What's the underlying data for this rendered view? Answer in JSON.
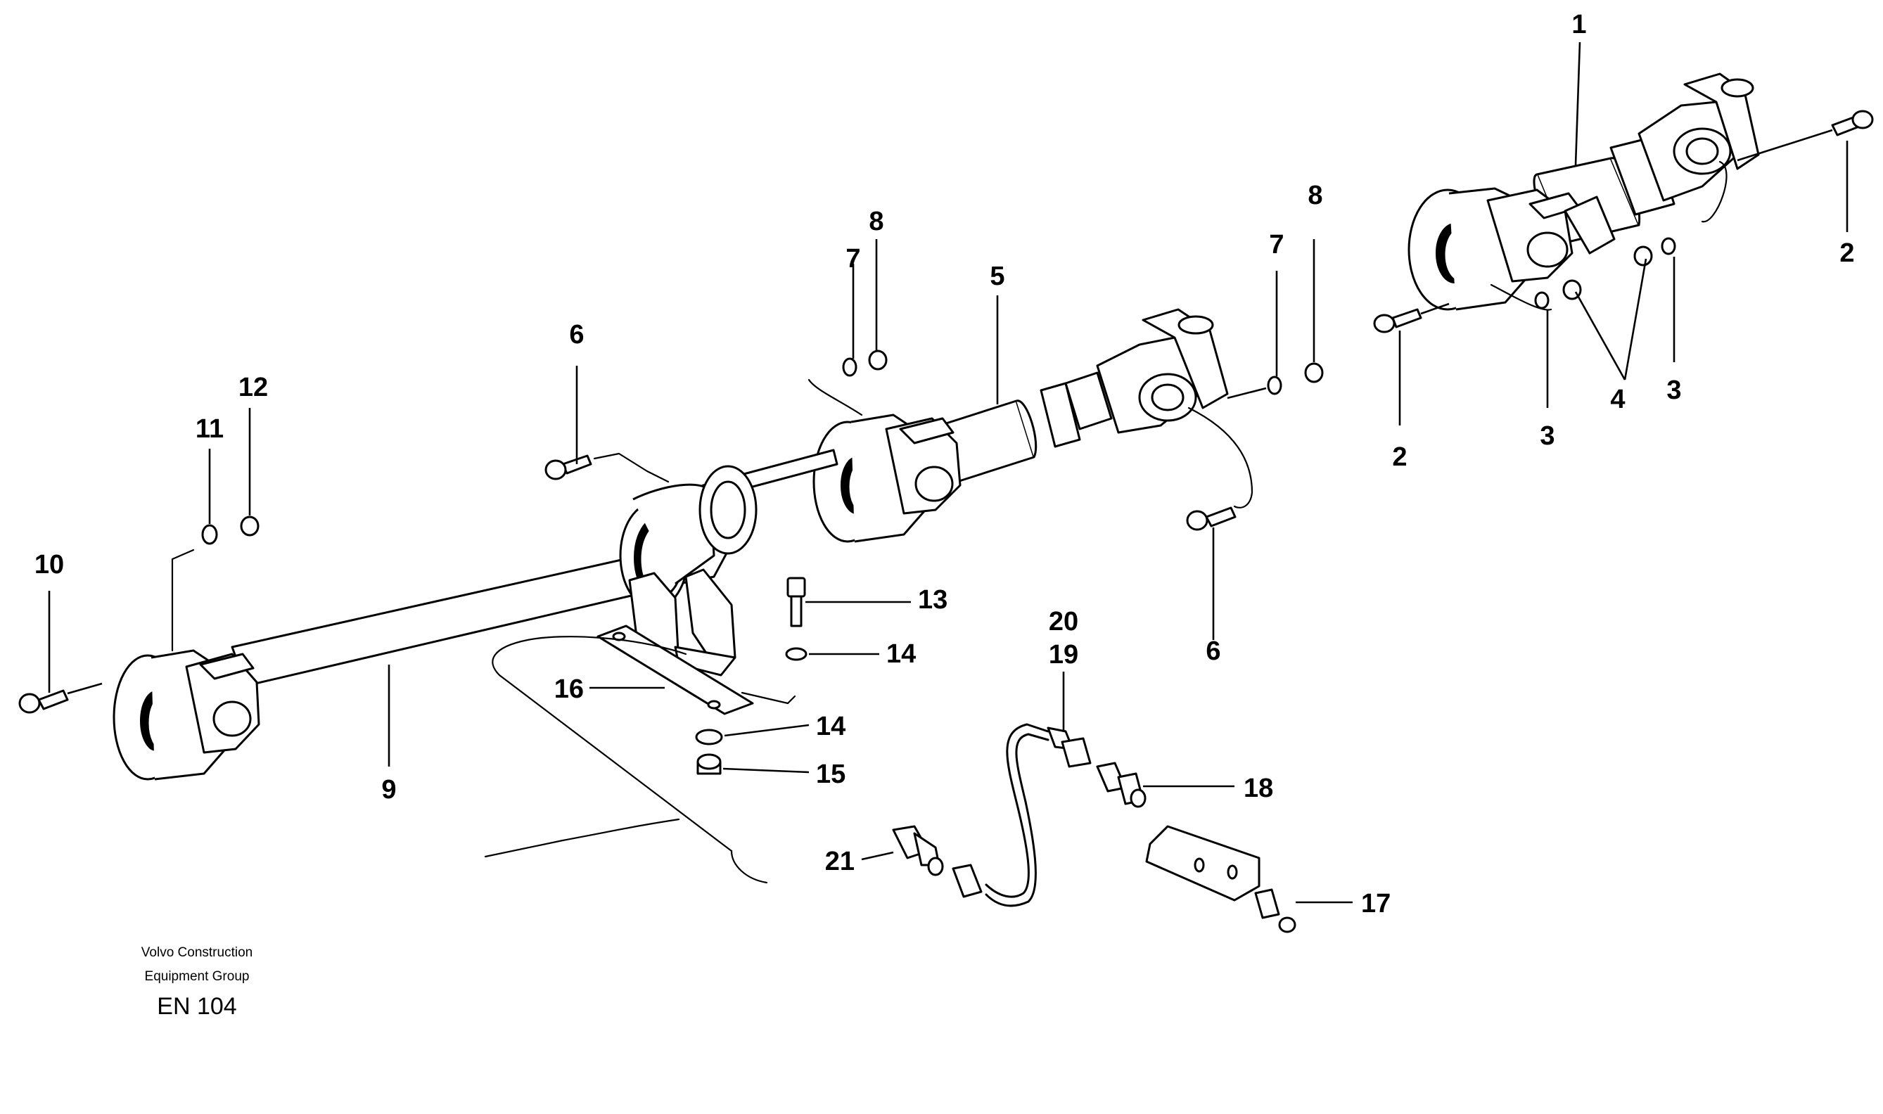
{
  "diagram": {
    "callouts": [
      {
        "id": "c1",
        "label": "1"
      },
      {
        "id": "c2a",
        "label": "2"
      },
      {
        "id": "c2b",
        "label": "2"
      },
      {
        "id": "c3a",
        "label": "3"
      },
      {
        "id": "c3b",
        "label": "3"
      },
      {
        "id": "c4",
        "label": "4"
      },
      {
        "id": "c5",
        "label": "5"
      },
      {
        "id": "c6a",
        "label": "6"
      },
      {
        "id": "c6b",
        "label": "6"
      },
      {
        "id": "c7a",
        "label": "7"
      },
      {
        "id": "c7b",
        "label": "7"
      },
      {
        "id": "c8a",
        "label": "8"
      },
      {
        "id": "c8b",
        "label": "8"
      },
      {
        "id": "c9",
        "label": "9"
      },
      {
        "id": "c10",
        "label": "10"
      },
      {
        "id": "c11",
        "label": "11"
      },
      {
        "id": "c12",
        "label": "12"
      },
      {
        "id": "c13",
        "label": "13"
      },
      {
        "id": "c14a",
        "label": "14"
      },
      {
        "id": "c14b",
        "label": "14"
      },
      {
        "id": "c15",
        "label": "15"
      },
      {
        "id": "c16",
        "label": "16"
      },
      {
        "id": "c17",
        "label": "17"
      },
      {
        "id": "c18",
        "label": "18"
      },
      {
        "id": "c19",
        "label": "19"
      },
      {
        "id": "c20",
        "label": "20"
      },
      {
        "id": "c21",
        "label": "21"
      }
    ]
  },
  "footer": {
    "line1": "Volvo Construction",
    "line2": "Equipment Group",
    "code": "EN 104"
  }
}
